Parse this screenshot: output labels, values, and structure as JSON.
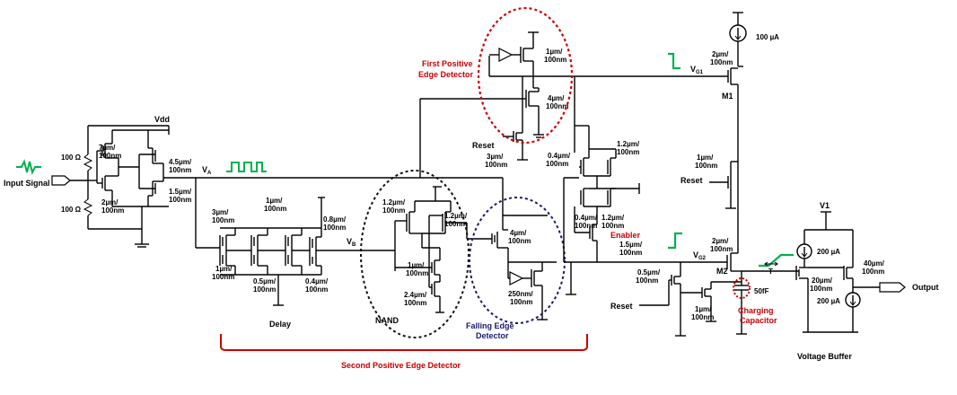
{
  "colors": {
    "wire": "#000000",
    "red": "#cc0000",
    "blue": "#1a1a6e",
    "black_dash": "#111111",
    "green": "#00b050"
  },
  "labels": {
    "vdd": "Vdd",
    "input_signal": "Input Signal",
    "r_top": "100 Ω",
    "r_bot": "100 Ω",
    "inv1_p": [
      "7µm/",
      "100nm"
    ],
    "inv1_n": [
      "2µm/",
      "100nm"
    ],
    "inv2_p": [
      "4.5µm/",
      "100nm"
    ],
    "inv2_n": [
      "1.5µm/",
      "100nm"
    ],
    "va": "V",
    "va_sub": "A",
    "vb": "V",
    "vb_sub": "B",
    "delay_top": [
      "1µm/",
      "100nm"
    ],
    "delay_p1": [
      "3µm/",
      "100nm"
    ],
    "delay_n1": [
      "1µm/",
      "100nm"
    ],
    "delay_n2": [
      "0.5µm/",
      "100nm"
    ],
    "delay_p3": [
      "0.8µm/",
      "100nm"
    ],
    "delay_n3": [
      "0.4µm/",
      "100nm"
    ],
    "delay": "Delay",
    "nand_p1": [
      "1.2µm/",
      "100nm"
    ],
    "nand_p2": [
      "1.2µm/",
      "100nm"
    ],
    "nand_n1": [
      "1µm/",
      "100nm"
    ],
    "nand_n2": [
      "2.4µm/",
      "100nm"
    ],
    "nand": "NAND",
    "fe_p": [
      "4µm/",
      "100nm"
    ],
    "fe_n": [
      "250nm/",
      "100nm"
    ],
    "falling_edge": [
      "Falling Edge",
      "Detector"
    ],
    "second_ped": "Second Positive Edge Detector",
    "fped_p": [
      "1µm/",
      "100nm"
    ],
    "fped_n": [
      "4µm/",
      "100nm"
    ],
    "first_ped": [
      "First Positive",
      "Edge Detector"
    ],
    "reset1": "Reset",
    "reset1_sz": [
      "3µm/",
      "100nm"
    ],
    "en_l": [
      "0.4µm/",
      "100nm"
    ],
    "en_r": [
      "1.2µm/",
      "100nm"
    ],
    "en_l2": [
      "0.4µm/",
      "100nm"
    ],
    "en_r2": [
      "1.2µm/",
      "100nm"
    ],
    "en_bot": [
      "1.5µm/",
      "100nm"
    ],
    "enabler": "Enabler",
    "i_src": "100 µA",
    "m1_sz": [
      "2µm/",
      "100nm"
    ],
    "vg1": "V",
    "vg1_sub": "G1",
    "m1": "M1",
    "reset2_sz": [
      "1µm/",
      "100nm"
    ],
    "reset2": "Reset",
    "m2_sz": [
      "2µm/",
      "100nm"
    ],
    "vg2": "V",
    "vg2_sub": "G2",
    "m2": "M2",
    "reset3": "Reset",
    "rst3_a": [
      "0.5µm/",
      "100nm"
    ],
    "rst3_b": [
      "1µm/",
      "100nm"
    ],
    "cap": "50fF",
    "charging": [
      "Charging",
      "Capacitor"
    ],
    "t_sym": "T",
    "v1": "V1",
    "buf_i1": "200 µA",
    "buf_i2": "200 µA",
    "buf_m1": [
      "20µm/",
      "100nm"
    ],
    "buf_m2": [
      "40µm/",
      "100nm"
    ],
    "output": "Output",
    "voltage_buffer": "Voltage Buffer"
  }
}
